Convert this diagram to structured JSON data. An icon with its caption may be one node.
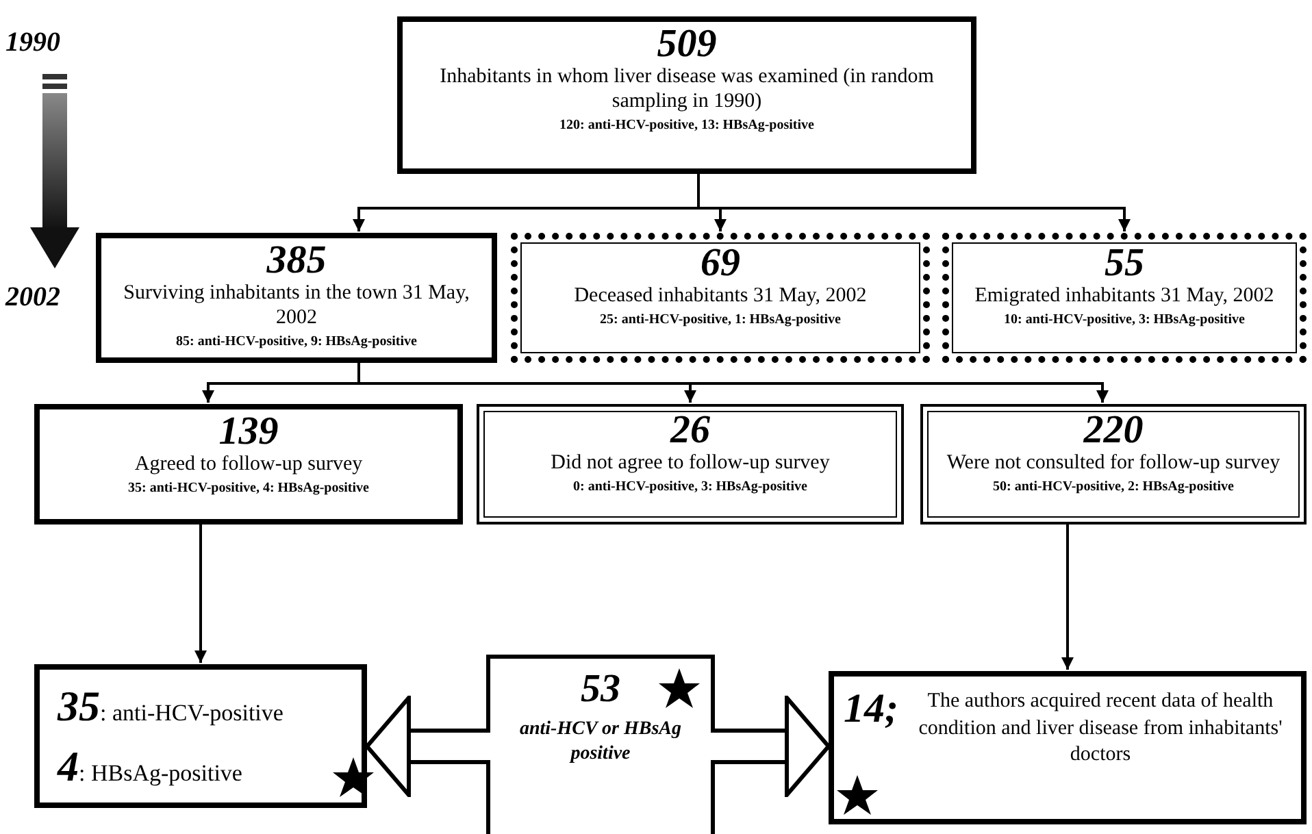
{
  "diagram": {
    "nodes": [
      {
        "text": [
          "509",
          "Inhabitants in whom liver disease was examined (in random sampling in 1990)",
          "120: anti-HCV-positive, 13: HBsAg-positive"
        ]
      },
      {
        "text": [
          "385",
          "Surviving inhabitants in the town 31 May, 2002",
          "85: anti-HCV-positive, 9: HBsAg-positive"
        ]
      },
      {
        "text": [
          "69",
          "Deceased inhabitants 31 May, 2002",
          "25: anti-HCV-positive, 1: HBsAg-positive"
        ]
      },
      {
        "text": [
          "55",
          "Emigrated inhabitants 31 May, 2002",
          "10: anti-HCV-positive, 3: HBsAg-positive"
        ]
      },
      {
        "text": [
          "139",
          "Agreed to follow-up survey",
          "35: anti-HCV-positive, 4: HBsAg-positive"
        ]
      },
      {
        "text": [
          "26",
          "Did not agree to follow-up survey",
          "0: anti-HCV-positive, 3: HBsAg-positive"
        ]
      },
      {
        "text": [
          "220",
          "Were not consulted for follow-up survey",
          "50: anti-HCV-positive, 2: HBsAg-positive"
        ]
      },
      {
        "text": [
          "**35**: anti-HCV-positive",
          "**4**: HBsAg-positive"
        ]
      },
      {
        "text": [
          "53",
          "anti-HCV or HBsAg positive"
        ]
      },
      {
        "text": [
          "14;",
          "The authors acquired recent data of health condition and liver disease from inhabitants' doctors"
        ]
      }
    ],
    "edges": [
      {
        "from": 0,
        "to": 1,
        "arrow": "to"
      },
      {
        "from": 0,
        "to": 2,
        "arrow": "to"
      },
      {
        "from": 0,
        "to": 3,
        "arrow": "to"
      },
      {
        "from": 1,
        "to": 4,
        "arrow": "to"
      },
      {
        "from": 1,
        "to": 5,
        "arrow": "to"
      },
      {
        "from": 1,
        "to": 6,
        "arrow": "to"
      },
      {
        "from": 4,
        "to": 7,
        "arrow": "to"
      },
      {
        "from": 6,
        "to": 9,
        "arrow": "to"
      },
      {
        "from": 8,
        "to": 7,
        "arrow": "to",
        "style": "thick"
      },
      {
        "from": 8,
        "to": 9,
        "arrow": "to",
        "style": "thick"
      }
    ],
    "labels": [
      "1990",
      "2002"
    ]
  }
}
